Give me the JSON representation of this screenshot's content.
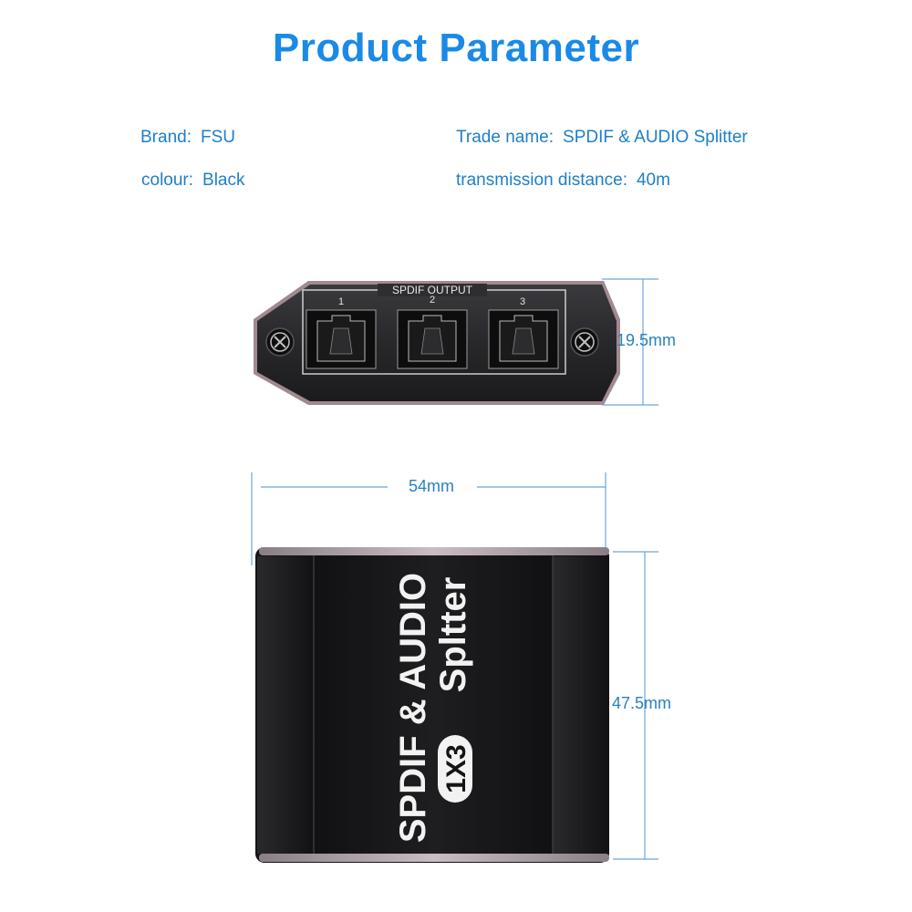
{
  "title": "Product Parameter",
  "params": {
    "brand": {
      "label": "Brand:",
      "value": "FSU"
    },
    "trade_name": {
      "label": "Trade name:",
      "value": "SPDIF & AUDIO Splitter"
    },
    "colour": {
      "label": "colour:",
      "value": "Black"
    },
    "distance": {
      "label": "transmission distance:",
      "value": "40m"
    }
  },
  "front_panel": {
    "label": "SPDIF OUTPUT",
    "ports": [
      "1",
      "2",
      "3"
    ]
  },
  "dimensions": {
    "height_front": "19.5mm",
    "width": "54mm",
    "depth": "47.5mm"
  },
  "device_print": {
    "line1": "SPDIF & AUDIO",
    "line2": "Spltter",
    "badge": "1X3"
  },
  "colors": {
    "accent": "#1a8ae6",
    "device": "#1c1c1e"
  }
}
